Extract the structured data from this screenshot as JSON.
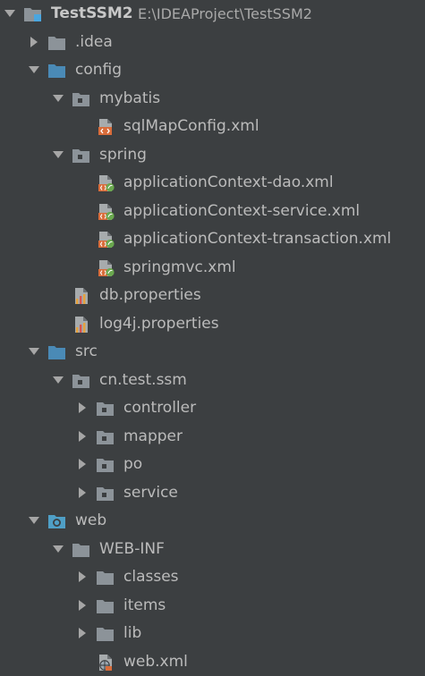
{
  "colors": {
    "background": "#3c3f41",
    "text": "#bbbbbb",
    "folder": "#8c9399",
    "source_folder": "#4a8ab6",
    "web_folder": "#4f9fc6",
    "xml_badge": "#d96c3a",
    "spring_badge": "#6aa84f",
    "arrow": "#a6a6a6"
  },
  "tree": [
    {
      "id": "root",
      "depth": 0,
      "arrow": "down",
      "icon": "module-folder-icon",
      "label": "TestSSM2",
      "path": "E:\\IDEAProject\\TestSSM2"
    },
    {
      "id": "idea",
      "depth": 1,
      "arrow": "right",
      "icon": "folder-icon",
      "label": ".idea"
    },
    {
      "id": "config",
      "depth": 1,
      "arrow": "down",
      "icon": "source-folder-icon",
      "label": "config"
    },
    {
      "id": "mybatis",
      "depth": 2,
      "arrow": "down",
      "icon": "package-icon",
      "label": "mybatis"
    },
    {
      "id": "sqlmapconfig",
      "depth": 3,
      "arrow": "none",
      "icon": "xml-file-icon",
      "label": "sqlMapConfig.xml"
    },
    {
      "id": "spring",
      "depth": 2,
      "arrow": "down",
      "icon": "package-icon",
      "label": "spring"
    },
    {
      "id": "appctx-dao",
      "depth": 3,
      "arrow": "none",
      "icon": "spring-xml-file-icon",
      "label": "applicationContext-dao.xml"
    },
    {
      "id": "appctx-service",
      "depth": 3,
      "arrow": "none",
      "icon": "spring-xml-file-icon",
      "label": "applicationContext-service.xml"
    },
    {
      "id": "appctx-transaction",
      "depth": 3,
      "arrow": "none",
      "icon": "spring-xml-file-icon",
      "label": "applicationContext-transaction.xml"
    },
    {
      "id": "springmvc",
      "depth": 3,
      "arrow": "none",
      "icon": "spring-xml-file-icon",
      "label": "springmvc.xml"
    },
    {
      "id": "db-properties",
      "depth": 2,
      "arrow": "none",
      "icon": "properties-file-icon",
      "label": "db.properties"
    },
    {
      "id": "log4j-properties",
      "depth": 2,
      "arrow": "none",
      "icon": "properties-file-icon",
      "label": "log4j.properties"
    },
    {
      "id": "src",
      "depth": 1,
      "arrow": "down",
      "icon": "source-folder-icon",
      "label": "src"
    },
    {
      "id": "cn-test-ssm",
      "depth": 2,
      "arrow": "down",
      "icon": "package-icon",
      "label": "cn.test.ssm"
    },
    {
      "id": "controller",
      "depth": 3,
      "arrow": "right",
      "icon": "package-icon",
      "label": "controller"
    },
    {
      "id": "mapper",
      "depth": 3,
      "arrow": "right",
      "icon": "package-icon",
      "label": "mapper"
    },
    {
      "id": "po",
      "depth": 3,
      "arrow": "right",
      "icon": "package-icon",
      "label": "po"
    },
    {
      "id": "service",
      "depth": 3,
      "arrow": "right",
      "icon": "package-icon",
      "label": "service"
    },
    {
      "id": "web",
      "depth": 1,
      "arrow": "down",
      "icon": "web-folder-icon",
      "label": "web"
    },
    {
      "id": "web-inf",
      "depth": 2,
      "arrow": "down",
      "icon": "folder-icon",
      "label": "WEB-INF"
    },
    {
      "id": "classes",
      "depth": 3,
      "arrow": "right",
      "icon": "folder-icon",
      "label": "classes"
    },
    {
      "id": "items",
      "depth": 3,
      "arrow": "right",
      "icon": "folder-icon",
      "label": "items"
    },
    {
      "id": "lib",
      "depth": 3,
      "arrow": "right",
      "icon": "folder-icon",
      "label": "lib"
    },
    {
      "id": "web-xml",
      "depth": 3,
      "arrow": "none",
      "icon": "web-xml-file-icon",
      "label": "web.xml"
    }
  ]
}
